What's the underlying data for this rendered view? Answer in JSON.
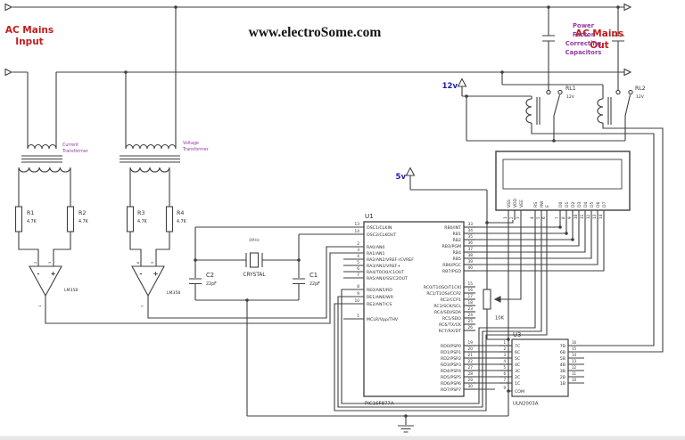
{
  "meta": {
    "title": "www.electroSome.com"
  },
  "labels": {
    "ac_in": [
      "AC Mains",
      "Input"
    ],
    "ac_out": [
      "AC Mains",
      "Out"
    ],
    "pfc": [
      "Power",
      "Factor",
      "Correcting",
      "Capacitors"
    ],
    "current_transformer": [
      "Current",
      "Transformer"
    ],
    "voltage_transformer": [
      "Voltage",
      "Transformer"
    ],
    "v5": "5v",
    "v12": "12v"
  },
  "components": {
    "resistors": [
      {
        "ref": "R1",
        "value": "4.7K"
      },
      {
        "ref": "R2",
        "value": "4.7K"
      },
      {
        "ref": "R3",
        "value": "4.7K"
      },
      {
        "ref": "R4",
        "value": "4.7K"
      }
    ],
    "opamps": [
      {
        "part": "LM358",
        "minus": "-",
        "plus": "+",
        "pin_nums": [
          "2",
          "3",
          "1"
        ]
      },
      {
        "part": "LM358",
        "minus": "-",
        "plus": "+",
        "pin_nums": [
          "6",
          "5",
          "7"
        ]
      }
    ],
    "capacitors": [
      {
        "ref": "C2",
        "value": "22pF"
      },
      {
        "ref": "C1",
        "value": "22pF"
      }
    ],
    "crystal": {
      "label": "CRYSTAL",
      "freq": "8MHz"
    },
    "potentiometer": {
      "value": "10K"
    },
    "relays": [
      {
        "ref": "RL1",
        "value": "12V"
      },
      {
        "ref": "RL2",
        "value": "12V"
      }
    ],
    "u1": {
      "ref": "U1",
      "part": "PIC16F877A",
      "left_pins": [
        {
          "n": "13",
          "name": "OSC1/CLKIN"
        },
        {
          "n": "14",
          "name": "OSC2/CLKOUT"
        },
        {
          "n": "2",
          "name": "RA0/AN0"
        },
        {
          "n": "3",
          "name": "RA1/AN1"
        },
        {
          "n": "4",
          "name": "RA2/AN2/VREF-/CVREF"
        },
        {
          "n": "5",
          "name": "RA3/AN3/VREF+"
        },
        {
          "n": "6",
          "name": "RA4/T0CKI/C1OUT"
        },
        {
          "n": "7",
          "name": "RA5/AN4/SS/C2OUT"
        },
        {
          "n": "8",
          "name": "RE0/AN5/RD"
        },
        {
          "n": "9",
          "name": "RE1/AN6/WR"
        },
        {
          "n": "10",
          "name": "RE2/AN7/CS"
        },
        {
          "n": "1",
          "name": "MCLR/Vpp/THV"
        }
      ],
      "right_pins": [
        {
          "n": "33",
          "name": "RB0/INT"
        },
        {
          "n": "34",
          "name": "RB1"
        },
        {
          "n": "35",
          "name": "RB2"
        },
        {
          "n": "36",
          "name": "RB3/PGM"
        },
        {
          "n": "37",
          "name": "RB4"
        },
        {
          "n": "38",
          "name": "RB5"
        },
        {
          "n": "39",
          "name": "RB6/PGC"
        },
        {
          "n": "40",
          "name": "RB7/PGD"
        },
        {
          "n": "15",
          "name": "RC0/T1OSO/T1CKI"
        },
        {
          "n": "16",
          "name": "RC1/T1OSI/CCP2"
        },
        {
          "n": "17",
          "name": "RC2/CCP1"
        },
        {
          "n": "18",
          "name": "RC3/SCK/SCL"
        },
        {
          "n": "23",
          "name": "RC4/SDI/SDA"
        },
        {
          "n": "24",
          "name": "RC5/SDO"
        },
        {
          "n": "25",
          "name": "RC6/TX/CK"
        },
        {
          "n": "26",
          "name": "RC7/RX/DT"
        },
        {
          "n": "19",
          "name": "RD0/PSP0"
        },
        {
          "n": "20",
          "name": "RD1/PSP1"
        },
        {
          "n": "21",
          "name": "RD2/PSP2"
        },
        {
          "n": "22",
          "name": "RD3/PSP3"
        },
        {
          "n": "27",
          "name": "RD4/PSP4"
        },
        {
          "n": "28",
          "name": "RD5/PSP5"
        },
        {
          "n": "29",
          "name": "RD6/PSP6"
        },
        {
          "n": "30",
          "name": "RD7/PSP7"
        }
      ]
    },
    "u3": {
      "ref": "U3",
      "part": "ULN2003A",
      "left_pins": [
        {
          "n": "1",
          "name": "7C"
        },
        {
          "n": "2",
          "name": "6C"
        },
        {
          "n": "3",
          "name": "5C"
        },
        {
          "n": "4",
          "name": "4C"
        },
        {
          "n": "5",
          "name": "3C"
        },
        {
          "n": "6",
          "name": "2C"
        },
        {
          "n": "7",
          "name": "1C"
        },
        {
          "n": "9",
          "name": "COM"
        }
      ],
      "right_pins": [
        {
          "n": "16",
          "name": "7B"
        },
        {
          "n": "15",
          "name": "6B"
        },
        {
          "n": "14",
          "name": "5B"
        },
        {
          "n": "13",
          "name": "4B"
        },
        {
          "n": "12",
          "name": "3B"
        },
        {
          "n": "11",
          "name": "2B"
        },
        {
          "n": "10",
          "name": "1B"
        }
      ]
    },
    "lcd": {
      "pins": [
        "VSS",
        "VDD",
        "VEE",
        "RS",
        "RW",
        "E",
        "D0",
        "D1",
        "D2",
        "D3",
        "D4",
        "D5",
        "D6",
        "D7"
      ],
      "numbers": [
        "1",
        "2",
        "3",
        "4",
        "5",
        "6",
        "7",
        "8",
        "9",
        "10",
        "11",
        "12",
        "13",
        "14"
      ]
    }
  },
  "colors": {
    "wire": "#3f3f3f",
    "red": "#c21d1d",
    "purple": "#9138a0",
    "blue": "#1d1db0",
    "text": "#2e2e2e"
  }
}
